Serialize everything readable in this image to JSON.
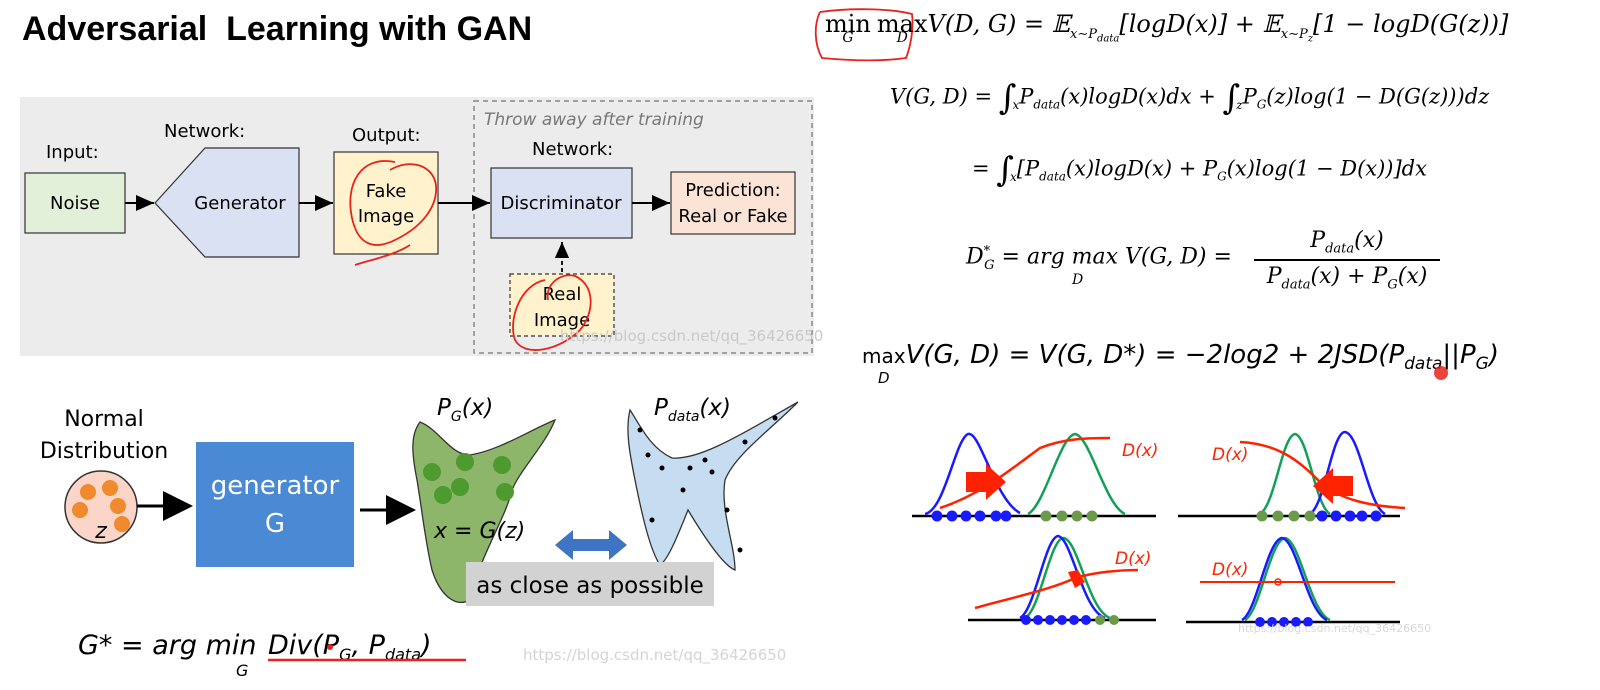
{
  "title": "Adversarial  Learning with GAN",
  "pipeline": {
    "throw_away": "Throw away after training",
    "input_label": "Input:",
    "noise": "Noise",
    "network_label_1": "Network:",
    "generator": "Generator",
    "output_label": "Output:",
    "fake_1": "Fake",
    "fake_2": "Image",
    "network_label_2": "Network:",
    "discriminator": "Discriminator",
    "prediction_1": "Prediction:",
    "prediction_2": "Real or Fake",
    "real_1": "Real",
    "real_2": "Image",
    "watermark": "https://blog.csdn.net/qq_36426650"
  },
  "generator_fig": {
    "normal_1": "Normal",
    "normal_2": "Distribution",
    "z": "z",
    "gen_1": "generator",
    "gen_2": "G",
    "pg": "P",
    "pg_sub": "G",
    "pg_arg": "(x)",
    "pdata": "P",
    "pdata_sub": "data",
    "pdata_arg": "(x)",
    "xgz": "x = G(z)",
    "close": "as close as possible",
    "gstar": "G* = arg min",
    "gstar_sub": "G",
    "div": "Div(P",
    "div_g": "G",
    "div_mid": ", P",
    "div_data": "data",
    "div_end": ")",
    "watermark": "https://blog.csdn.net/qq_36426650"
  },
  "equations": {
    "eq1_min": "min",
    "eq1_min_sub": "G",
    "eq1_max": "max",
    "eq1_max_sub": "D",
    "eq1_rest": "V(D, G) = 𝔼",
    "eq1_sub1": "x∼P",
    "eq1_sub1b": "data",
    "eq1_mid": "[logD(x)] + 𝔼",
    "eq1_sub2": "x∼P",
    "eq1_sub2b": "z",
    "eq1_end": "[1 − logD(G(z))]",
    "eq2_lhs": "V(G, D) = ",
    "eq2_int1": "∫",
    "eq2_int1_sub": "x",
    "eq2_t1": "P",
    "eq2_t1_sub": "data",
    "eq2_t1b": "(x)logD(x)dx + ",
    "eq2_int2": "∫",
    "eq2_int2_sub": "z",
    "eq2_t2": "P",
    "eq2_t2_sub": "G",
    "eq2_t2b": "(z)log(1 − D(G(z)))dz",
    "eq3_eq": "= ",
    "eq3_int": "∫",
    "eq3_int_sub": "x",
    "eq3_t1": "[P",
    "eq3_t1_sub": "data",
    "eq3_t1b": "(x)logD(x) + P",
    "eq3_t2_sub": "G",
    "eq3_t2b": "(x)log(1 − D(x))]dx",
    "eq4_lhs": "D",
    "eq4_lhs_sub": "G",
    "eq4_lhs_sup": "*",
    "eq4_mid": " = arg max V(G, D) = ",
    "eq4_mid_sub": "D",
    "eq4_num": "P",
    "eq4_num_sub": "data",
    "eq4_num_b": "(x)",
    "eq4_den": "P",
    "eq4_den_sub": "data",
    "eq4_den_b": "(x) + P",
    "eq4_den_sub2": "G",
    "eq4_den_c": "(x)",
    "eq5_max": "max",
    "eq5_max_sub": "D",
    "eq5_a": "V(G, D)  = V(G, D*)  = −2log2 + 2JSD(P",
    "eq5_sub1": "data",
    "eq5_b": "||P",
    "eq5_sub2": "G",
    "eq5_c": ")"
  },
  "curves": {
    "dx": "D(x)",
    "watermark": "https://blog.csdn.net/qq_36426650"
  },
  "colors": {
    "noise_fill": "#e2efd9",
    "generator_fill": "#d9e1f2",
    "fake_fill": "#fff2cc",
    "prediction_fill": "#fbe3d6",
    "panel_bg": "#ececec",
    "gen_blue": "#4a89d3",
    "pg_green": "#8db66a",
    "pdata_blue": "#c6dcf1",
    "annotation_red": "#e8221c",
    "curve_blue": "#1a1aff",
    "curve_green": "#11a055",
    "curve_red": "#ff2200"
  }
}
